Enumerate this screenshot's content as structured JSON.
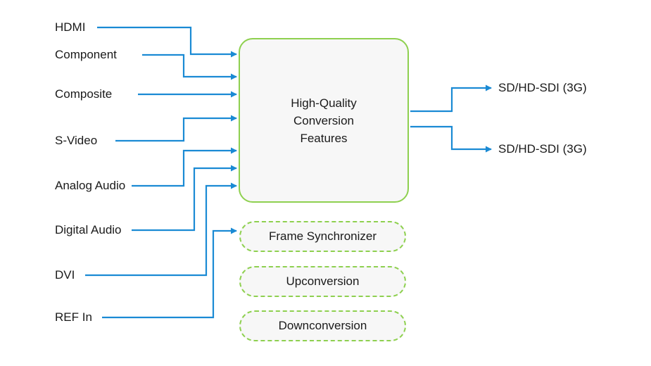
{
  "inputs": [
    {
      "label": "HDMI"
    },
    {
      "label": "Component"
    },
    {
      "label": "Composite"
    },
    {
      "label": "S-Video"
    },
    {
      "label": "Analog Audio"
    },
    {
      "label": "Digital Audio"
    },
    {
      "label": "DVI"
    },
    {
      "label": "REF In"
    }
  ],
  "main_block": {
    "text": "High-Quality\nConversion\nFeatures"
  },
  "features": [
    {
      "label": "Frame Synchronizer"
    },
    {
      "label": "Upconversion"
    },
    {
      "label": "Downconversion"
    }
  ],
  "outputs": [
    {
      "label": "SD/HD-SDI (3G)"
    },
    {
      "label": "SD/HD-SDI (3G)"
    }
  ],
  "colors": {
    "connector": "#1a8ad4",
    "box_border": "#8ed04f",
    "box_fill": "#f7f7f7",
    "text": "#1a1a1a"
  }
}
